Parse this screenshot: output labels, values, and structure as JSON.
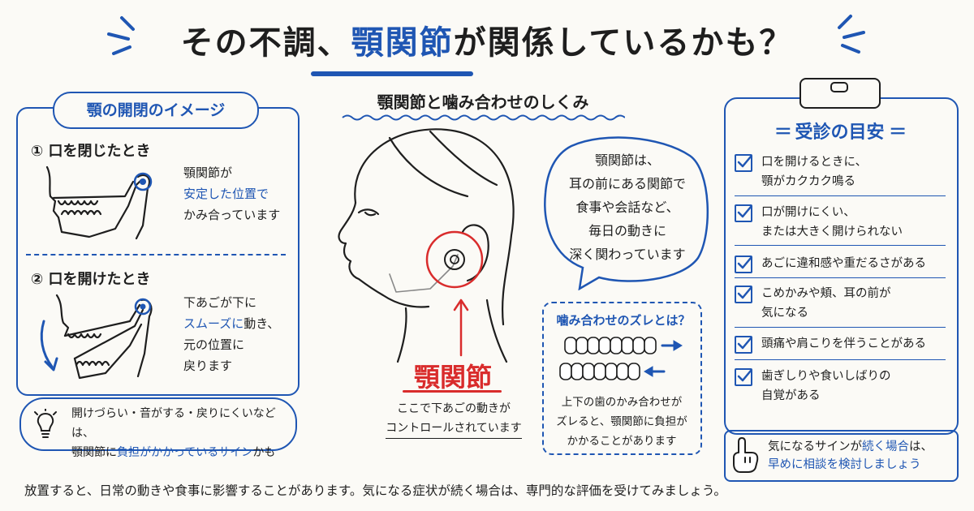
{
  "title": {
    "before": "その不調、",
    "highlight": "顎関節",
    "after": "が関係しているかも？"
  },
  "left_panel": {
    "header": "顎の開閉のイメージ",
    "step1": {
      "title": "① 口を閉じたとき",
      "line1": "顎関節が",
      "line2": "安定した位置で",
      "line3": "かみ合っています"
    },
    "step2": {
      "title": "② 口を開けたとき",
      "line1": "下あごが下に",
      "line2_blue": "スムーズに",
      "line2_rest": "動き、",
      "line3": "元の位置に",
      "line4": "戻ります"
    },
    "hint": {
      "line1": "開けづらい・音がする・戻りにくいなどは、",
      "line2_a": "顎関節に",
      "line2_blue": "負担がかかっているサイン",
      "line2_b": "かも"
    }
  },
  "center": {
    "heading": "顎関節と噛み合わせのしくみ",
    "bubble": {
      "line1": "顎関節は、",
      "line2": "耳の前にある関節で",
      "line3": "食事や会話など、",
      "line4": "毎日の動きに",
      "line5": "深く関わっています"
    },
    "joint_label": "顎関節",
    "joint_caption": {
      "line1": "ここで下あごの動きが",
      "line2": "コントロールされています"
    },
    "bite_box": {
      "title": "噛み合わせのズレとは？",
      "line1": "上下の歯のかみ合わせが",
      "line2": "ズレると、顎関節に負担が",
      "line3": "かかることがあります"
    }
  },
  "right_panel": {
    "title": "受診の目安",
    "items": [
      {
        "line1": "口を開けるときに、",
        "line2": "顎がカクカク鳴る"
      },
      {
        "line1": "口が開けにくい、",
        "line2": "または大きく開けられない"
      },
      {
        "line1": "あごに違和感や重だるさがある",
        "line2": ""
      },
      {
        "line1": "こめかみや頬、耳の前が",
        "line2": "気になる"
      },
      {
        "line1": "頭痛や肩こりを伴うことがある",
        "line2": ""
      },
      {
        "line1": "歯ぎしりや食いしばりの",
        "line2": "自覚がある"
      }
    ],
    "consult": {
      "line1_a": "気になるサインが",
      "line1_blue": "続く場合",
      "line1_b": "は、",
      "line2": "早めに相談を検討しましょう"
    }
  },
  "footer": "放置すると、日常の動きや食事に影響することがあります。気になる症状が続く場合は、専門的な評価を受けてみましょう。",
  "colors": {
    "accent": "#1f56b3",
    "highlight": "#d92c2c",
    "background": "#fbfaf6",
    "ink": "#1e1e1e"
  },
  "icons": [
    "lightbulb-icon",
    "pointing-hand-icon",
    "checkbox-icon",
    "arrow-icon"
  ]
}
